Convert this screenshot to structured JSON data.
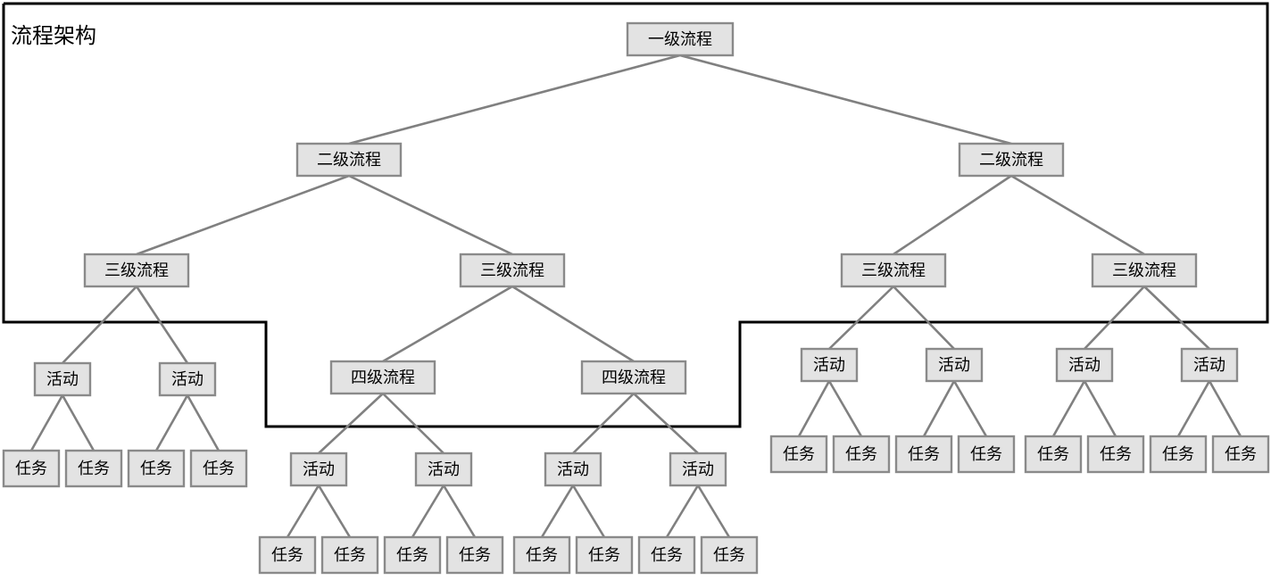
{
  "title": "流程架构",
  "colors": {
    "node_fill": "#e3e3e3",
    "node_border": "#8a8a8a",
    "edge": "#808080",
    "boundary": "#000000"
  },
  "tree": {
    "label": "一级流程",
    "children": [
      {
        "label": "二级流程",
        "children": [
          {
            "label": "三级流程",
            "children": [
              {
                "label": "活动",
                "children": [
                  {
                    "label": "任务"
                  },
                  {
                    "label": "任务"
                  }
                ]
              },
              {
                "label": "活动",
                "children": [
                  {
                    "label": "任务"
                  },
                  {
                    "label": "任务"
                  }
                ]
              }
            ]
          },
          {
            "label": "三级流程",
            "children": [
              {
                "label": "四级流程",
                "children": [
                  {
                    "label": "活动",
                    "children": [
                      {
                        "label": "任务"
                      },
                      {
                        "label": "任务"
                      }
                    ]
                  },
                  {
                    "label": "活动",
                    "children": [
                      {
                        "label": "任务"
                      },
                      {
                        "label": "任务"
                      }
                    ]
                  }
                ]
              },
              {
                "label": "四级流程",
                "children": [
                  {
                    "label": "活动",
                    "children": [
                      {
                        "label": "任务"
                      },
                      {
                        "label": "任务"
                      }
                    ]
                  },
                  {
                    "label": "活动",
                    "children": [
                      {
                        "label": "任务"
                      },
                      {
                        "label": "任务"
                      }
                    ]
                  }
                ]
              }
            ]
          }
        ]
      },
      {
        "label": "二级流程",
        "children": [
          {
            "label": "三级流程",
            "children": [
              {
                "label": "活动",
                "children": [
                  {
                    "label": "任务"
                  },
                  {
                    "label": "任务"
                  }
                ]
              },
              {
                "label": "活动",
                "children": [
                  {
                    "label": "任务"
                  },
                  {
                    "label": "任务"
                  }
                ]
              }
            ]
          },
          {
            "label": "三级流程",
            "children": [
              {
                "label": "活动",
                "children": [
                  {
                    "label": "任务"
                  },
                  {
                    "label": "任务"
                  }
                ]
              },
              {
                "label": "活动",
                "children": [
                  {
                    "label": "任务"
                  },
                  {
                    "label": "任务"
                  }
                ]
              }
            ]
          }
        ]
      }
    ]
  }
}
